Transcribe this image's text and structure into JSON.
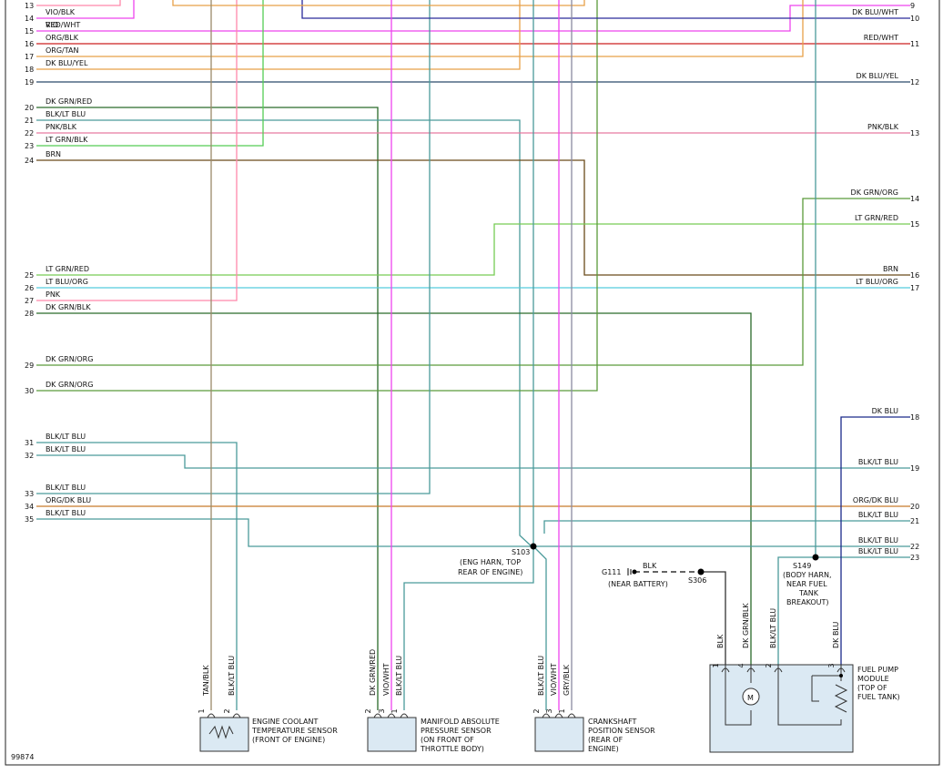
{
  "diagram_id": "99874",
  "left_wires": [
    {
      "pin": "13",
      "label": "",
      "color": "#e4e"
    },
    {
      "pin": "14",
      "label": "VIO/BLK",
      "color": "#e4e"
    },
    {
      "pin": "",
      "label": "VIO",
      "color": "#e4e"
    },
    {
      "pin": "15",
      "label": "RED/WHT",
      "color": "#e4e"
    },
    {
      "pin": "16",
      "label": "ORG/BLK",
      "color": "#c22"
    },
    {
      "pin": "17",
      "label": "ORG/TAN",
      "color": "#e8a048"
    },
    {
      "pin": "18",
      "label": "DK BLU/YEL",
      "color": "#e8a048"
    },
    {
      "pin": "19",
      "label": "",
      "color": "#2a4a6a"
    },
    {
      "pin": "20",
      "label": "DK GRN/RED",
      "color": "#2a6a2a"
    },
    {
      "pin": "21",
      "label": "BLK/LT BLU",
      "color": "#4a9a9a"
    },
    {
      "pin": "22",
      "label": "PNK/BLK",
      "color": "#e87aa0"
    },
    {
      "pin": "23",
      "label": "LT GRN/BLK",
      "color": "#5c5"
    },
    {
      "pin": "24",
      "label": "BRN",
      "color": "#6a4a1a"
    },
    {
      "pin": "25",
      "label": "LT GRN/RED",
      "color": "#7c5"
    },
    {
      "pin": "26",
      "label": "LT BLU/ORG",
      "color": "#5cd"
    },
    {
      "pin": "27",
      "label": "PNK",
      "color": "#f8a"
    },
    {
      "pin": "28",
      "label": "DK GRN/BLK",
      "color": "#2a6a2a"
    },
    {
      "pin": "29",
      "label": "DK GRN/ORG",
      "color": "#5a9a3a"
    },
    {
      "pin": "30",
      "label": "DK GRN/ORG",
      "color": "#5a9a3a"
    },
    {
      "pin": "31",
      "label": "BLK/LT BLU",
      "color": "#4a9a9a"
    },
    {
      "pin": "32",
      "label": "BLK/LT BLU",
      "color": "#4a9a9a"
    },
    {
      "pin": "33",
      "label": "BLK/LT BLU",
      "color": "#4a9a9a"
    },
    {
      "pin": "34",
      "label": "ORG/DK BLU",
      "color": "#c87a2a"
    },
    {
      "pin": "35",
      "label": "BLK/LT BLU",
      "color": "#4a9a9a"
    }
  ],
  "right_wires": [
    {
      "pin": "9",
      "label": "",
      "color": "#e4e"
    },
    {
      "pin": "10",
      "label": "DK BLU/WHT",
      "color": "#2a2a9a"
    },
    {
      "pin": "11",
      "label": "RED/WHT",
      "color": "#c22"
    },
    {
      "pin": "12",
      "label": "DK BLU/YEL",
      "color": "#2a4a6a"
    },
    {
      "pin": "13",
      "label": "PNK/BLK",
      "color": "#e87aa0"
    },
    {
      "pin": "14",
      "label": "DK GRN/ORG",
      "color": "#5a9a3a"
    },
    {
      "pin": "15",
      "label": "LT GRN/RED",
      "color": "#7c5"
    },
    {
      "pin": "16",
      "label": "BRN",
      "color": "#6a4a1a"
    },
    {
      "pin": "17",
      "label": "LT BLU/ORG",
      "color": "#5cd"
    },
    {
      "pin": "18",
      "label": "DK BLU",
      "color": "#1a2a8a"
    },
    {
      "pin": "19",
      "label": "BLK/LT BLU",
      "color": "#4a9a9a"
    },
    {
      "pin": "20",
      "label": "ORG/DK BLU",
      "color": "#c87a2a"
    },
    {
      "pin": "21",
      "label": "BLK/LT BLU",
      "color": "#4a9a9a"
    },
    {
      "pin": "22",
      "label": "BLK/LT BLU",
      "color": "#4a9a9a"
    },
    {
      "pin": "23",
      "label": "BLK/LT BLU",
      "color": "#4a9a9a"
    }
  ],
  "splices": {
    "s103": {
      "id": "S103",
      "l1": "(ENG HARN, TOP",
      "l2": "REAR OF ENGINE)"
    },
    "s149": {
      "id": "S149",
      "l1": "(BODY HARN,",
      "l2": "NEAR FUEL",
      "l3": "TANK",
      "l4": "BREAKOUT)"
    },
    "s306": {
      "id": "S306"
    },
    "g111": {
      "id": "G111",
      "wire": "BLK",
      "note": "(NEAR BATTERY)"
    }
  },
  "components": {
    "ect": {
      "l1": "ENGINE COOLANT",
      "l2": "TEMPERATURE SENSOR",
      "l3": "(FRONT OF ENGINE)",
      "pins": [
        "1",
        "2"
      ],
      "wires": [
        "TAN/BLK",
        "BLK/LT BLU"
      ]
    },
    "map": {
      "l1": "MANIFOLD ABSOLUTE",
      "l2": "PRESSURE SENSOR",
      "l3": "(ON FRONT OF",
      "l4": "THROTTLE BODY)",
      "pins": [
        "2",
        "3",
        "1"
      ],
      "wires": [
        "DK GRN/RED",
        "VIO/WHT",
        "BLK/LT BLU"
      ]
    },
    "ckp": {
      "l1": "CRANKSHAFT",
      "l2": "POSITION SENSOR",
      "l3": "(REAR OF",
      "l4": "ENGINE)",
      "pins": [
        "2",
        "3",
        "1"
      ],
      "wires": [
        "BLK/LT BLU",
        "VIO/WHT",
        "GRY/BLK"
      ]
    },
    "fpm": {
      "l1": "FUEL PUMP",
      "l2": "MODULE",
      "l3": "(TOP OF",
      "l4": "FUEL TANK)",
      "pins": [
        "1",
        "4",
        "2",
        "3"
      ],
      "wires": [
        "BLK",
        "DK GRN/BLK",
        "BLK/LT BLU",
        "DK BLU"
      ],
      "motor": "M"
    }
  }
}
